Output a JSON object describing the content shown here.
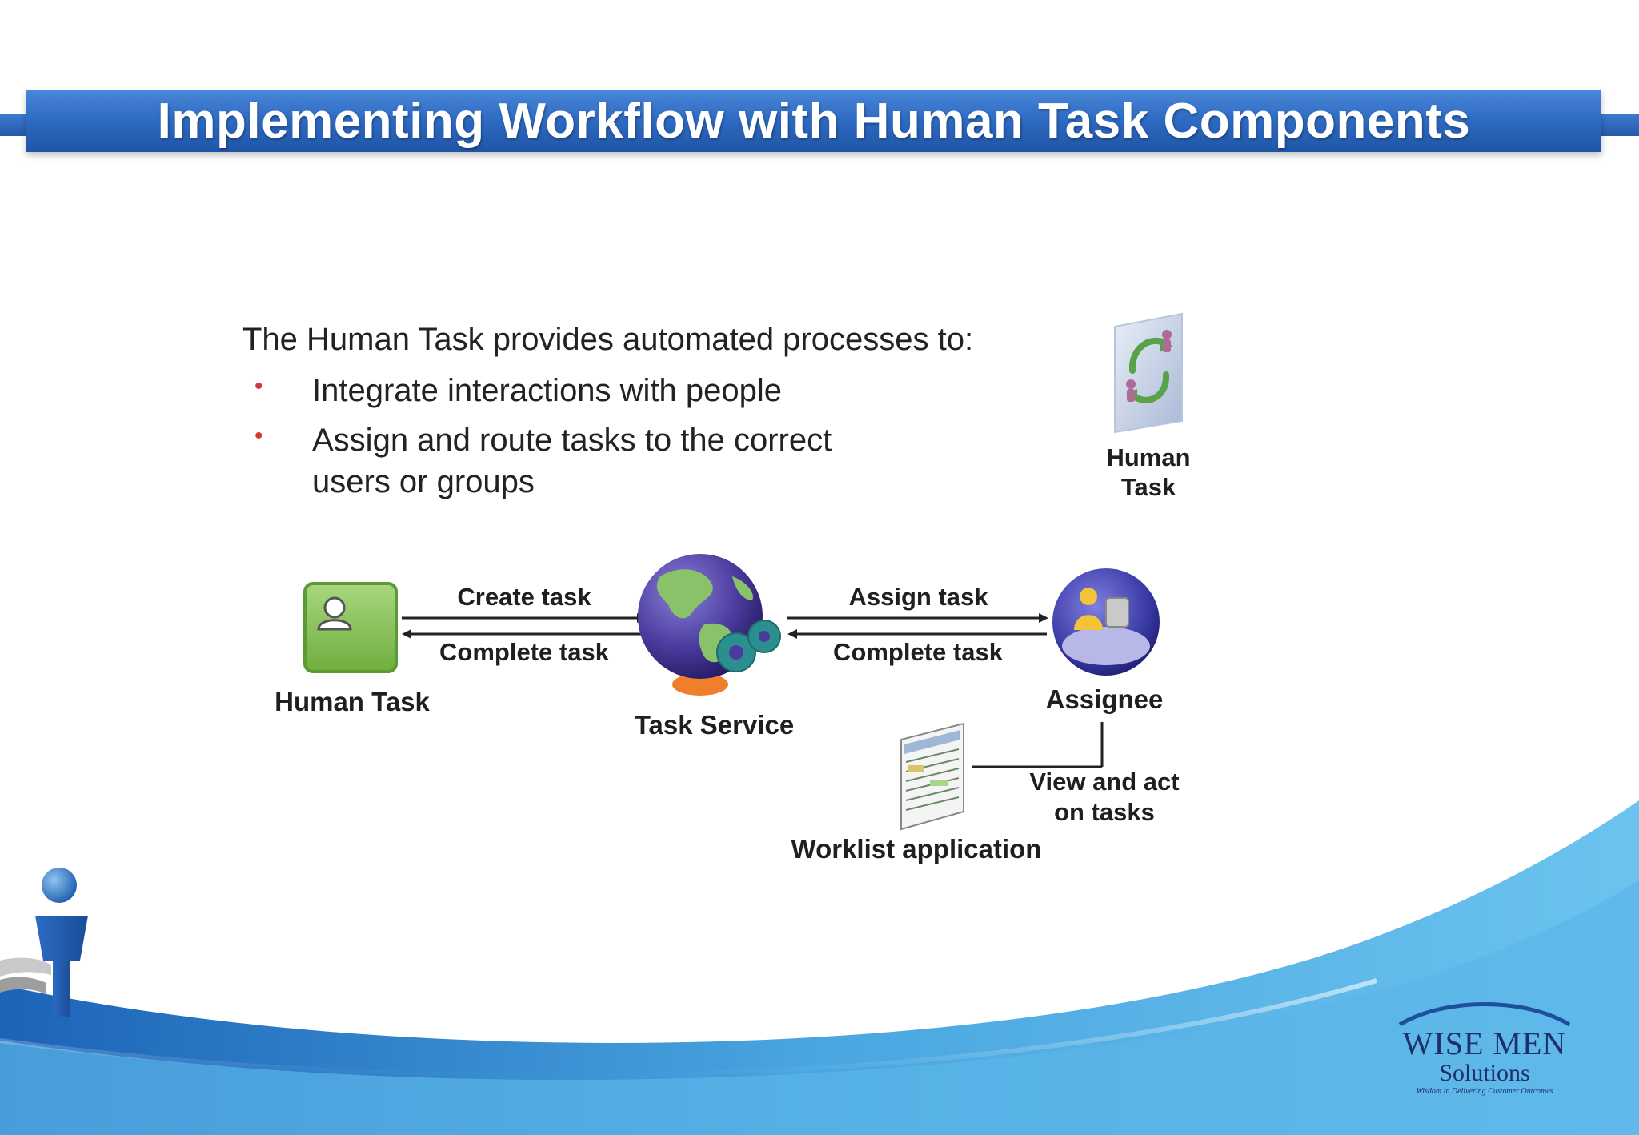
{
  "header": {
    "title": "Implementing Workflow with Human Task Components"
  },
  "intro": {
    "lead": "The Human Task provides automated processes to:",
    "bullets": [
      "Integrate interactions with people",
      "Assign and route tasks to the correct"
    ],
    "bullet_2_cont": "users or groups"
  },
  "legend_icon": {
    "label_line1": "Human",
    "label_line2": "Task",
    "icon": "human-task-cycle-icon"
  },
  "diagram": {
    "nodes": {
      "human_task": "Human Task",
      "task_service": "Task Service",
      "assignee": "Assignee",
      "worklist": "Worklist application"
    },
    "arrows": {
      "create_task": "Create task",
      "complete_task_left": "Complete task",
      "assign_task": "Assign task",
      "complete_task_right": "Complete task",
      "view_act_line1": "View and act",
      "view_act_line2": "on tasks"
    }
  },
  "logo": {
    "line1": "WISE MEN",
    "line2": "Solutions",
    "tagline": "Wisdom in Delivering Customer Outcomes"
  },
  "colors": {
    "title_bar": "#2f6cc4",
    "bullet": "#d23a3a",
    "wave": "#3a9ad9"
  }
}
